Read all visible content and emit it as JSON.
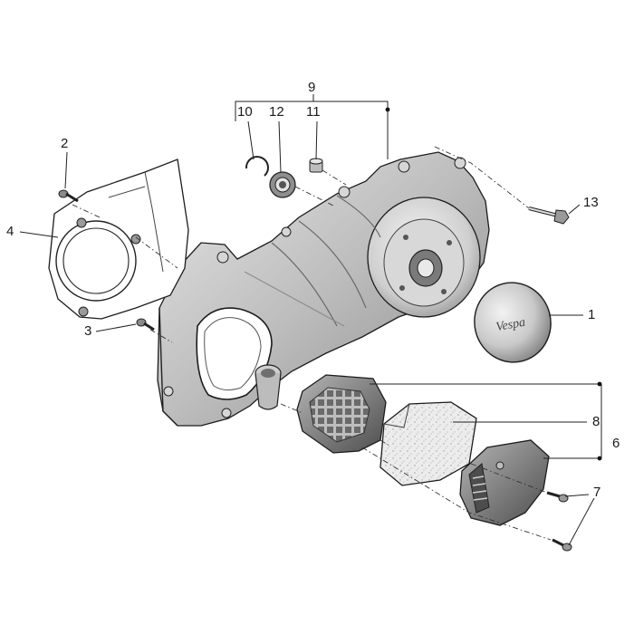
{
  "diagram": {
    "callouts": {
      "c1": "1",
      "c2": "2",
      "c3": "3",
      "c4": "4",
      "c6": "6",
      "c7": "7",
      "c8": "8",
      "c9": "9",
      "c10": "10",
      "c11": "11",
      "c12": "12",
      "c13": "13"
    },
    "cover_logo": "Vespa"
  }
}
